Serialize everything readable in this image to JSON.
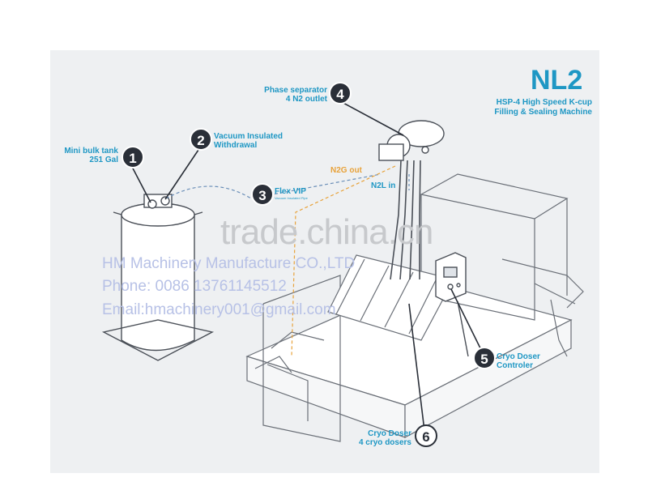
{
  "header": {
    "title": "NL2",
    "subtitle_line1": "HSP-4 High Speed K-cup",
    "subtitle_line2": "Filling & Sealing Machine"
  },
  "callouts": [
    {
      "number": "1",
      "line1": "Mini bulk tank",
      "line2": "251 Gal"
    },
    {
      "number": "2",
      "line1": "Vacuum Insulated",
      "line2": "Withdrawal"
    },
    {
      "number": "3",
      "line1": "Flex VIP",
      "line2": "Vacuum Insulated Pipe"
    },
    {
      "number": "4",
      "line1": "Phase separator",
      "line2": "4 N2 outlet"
    },
    {
      "number": "5",
      "line1": "Cryo Doser",
      "line2": "Controler"
    },
    {
      "number": "6",
      "line1": "Cryo Doser",
      "line2": "4 cryo dosers"
    }
  ],
  "flow_labels": {
    "n2g_out": "N2G out",
    "n2l_in": "N2L in"
  },
  "watermark": {
    "site": "trade.china.cn",
    "company": "HM Machinery Manufacture CO.,LTD",
    "phone": "Phone: 0086 13761145512",
    "email": "Email:hmachinery001@gmail.com"
  },
  "colors": {
    "accent": "#1e97c4",
    "badge": "#2a2f38",
    "n2g_line": "#e8a23a",
    "vip_line": "#6b8fb8"
  }
}
